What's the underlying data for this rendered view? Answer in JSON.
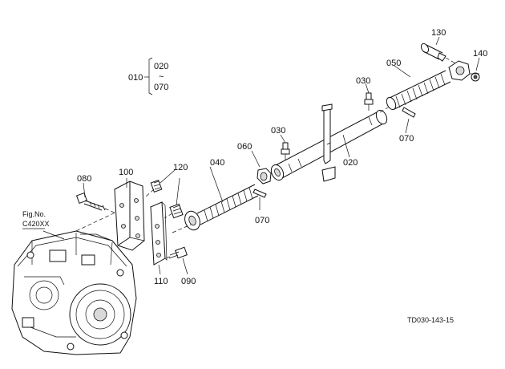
{
  "diagram": {
    "drawing_code": "TD030-143-15",
    "figure_ref": {
      "line1": "Fig.No.",
      "line2": "C420XX"
    },
    "range_group": {
      "main": "010",
      "from": "020",
      "tilde": "~",
      "to": "070"
    },
    "labels": {
      "p130": "130",
      "p140": "140",
      "p050": "050",
      "p030a": "030",
      "p030b": "030",
      "p070a": "070",
      "p070b": "070",
      "p060": "060",
      "p020": "020",
      "p040": "040",
      "p120": "120",
      "p100": "100",
      "p080": "080",
      "p090": "090",
      "p110": "110"
    }
  }
}
